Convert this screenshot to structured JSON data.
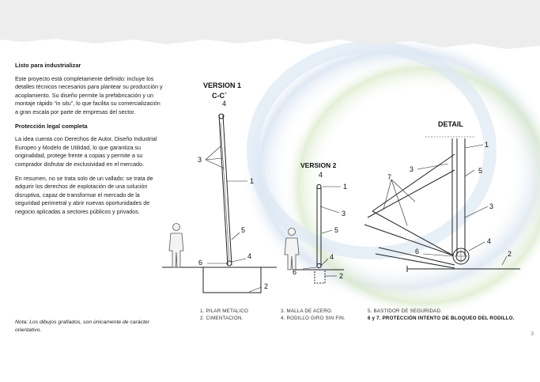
{
  "intro": {
    "heading": "Listo para industrializar",
    "paragraph": "Este proyecto está completamente definido: incluye los detalles técnicos necesarios para plantear su producción y acoplamiento. Su diseño permite la prefabricación y un montaje rápido “in situ”, lo que facilita su comercialización a gran escala por parte de empresas del sector."
  },
  "legal": {
    "heading": "Protección legal completa",
    "paragraph1": "La idea cuenta con Derechos de Autor, Diseño Industrial Europeo y Modelo de Utilidad, lo que garantiza su originalidad, protege frente a copias y permite a su comprador disfrutar de exclusividad en el mercado.",
    "paragraph2": "En resumen, no se trata solo de un vallado: se trata de adquirir los derechos de explotación de una solución disruptiva, capaz de transformar el mercado de la seguridad perimetral y abrir nuevas oportunidades de negocio aplicadas a sectores públicos y privados."
  },
  "note": "Nota: Los dibujos grafiados, son únicamente de carácter orientativo.",
  "drawings": {
    "version1_title": "VERSION 1",
    "version1_section": "C-C´",
    "version2_title": "VERSION 2",
    "detail_title": "DETAIL",
    "n1": "1",
    "n2": "2",
    "n3": "3",
    "n4": "4",
    "n5": "5",
    "n6": "6",
    "n7": "7"
  },
  "legend": {
    "col1": [
      "1. PILAR  METALICO",
      "2. CIMENTACION."
    ],
    "col2": [
      "3. MALLA DE ACERO.",
      "4. RODILLO GIRO SIN FIN."
    ],
    "col3": [
      "5. BASTIDOR DE SEGURIDAD.",
      "6 y 7. PROTECCIÓN INTENTO DE BLOQUEO DEL RODILLO."
    ]
  },
  "page_number": "3",
  "colors": {
    "swirl_blue": "#c9d9ec",
    "swirl_green": "#d8e8c6",
    "torn_grey": "#ededed"
  }
}
